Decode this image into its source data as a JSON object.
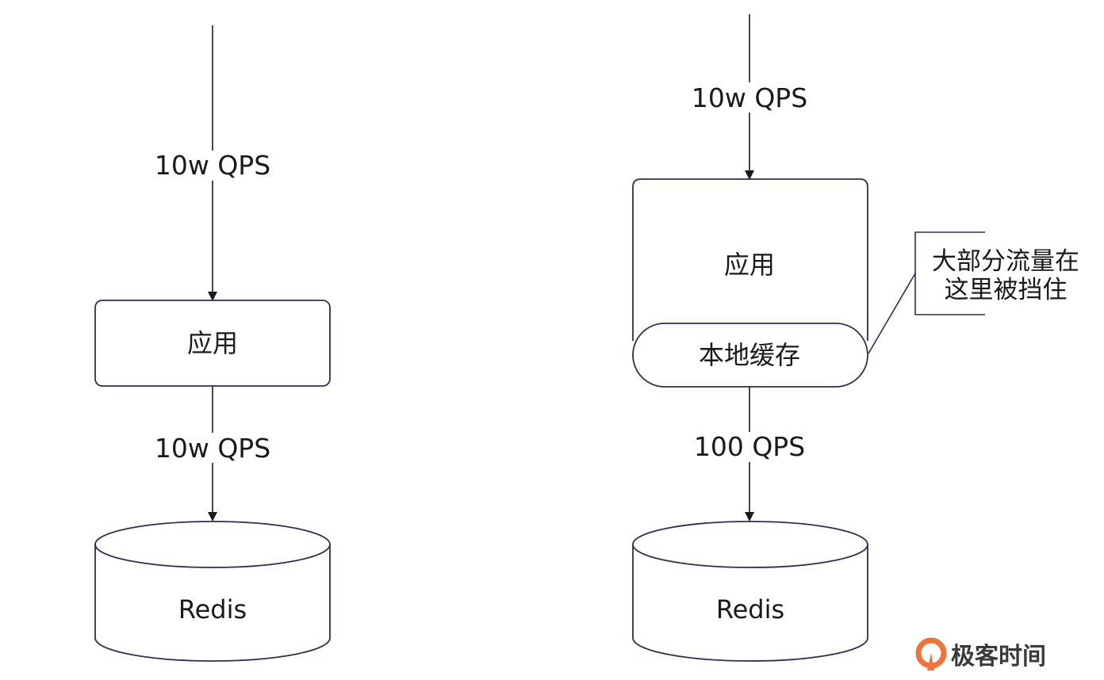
{
  "left_flow": {
    "incoming_label": "10w QPS",
    "app_label": "应用",
    "outgoing_label": "10w QPS",
    "store_label": "Redis"
  },
  "right_flow": {
    "incoming_label": "10w QPS",
    "app_label": "应用",
    "cache_label": "本地缓存",
    "outgoing_label": "100 QPS",
    "store_label": "Redis",
    "callout_lines": [
      "大部分流量在",
      "这里被挡住"
    ]
  },
  "watermark": {
    "text": "极客时间",
    "logo_color": "#f0743a"
  }
}
